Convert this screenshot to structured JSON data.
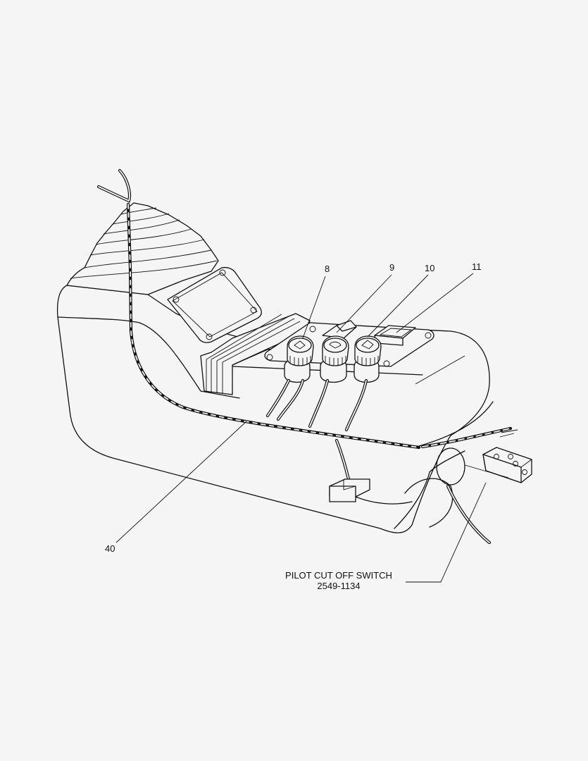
{
  "callouts": {
    "c8": "8",
    "c9": "9",
    "c10": "10",
    "c11": "11",
    "c40": "40"
  },
  "switch_caption": {
    "name": "PILOT CUT OFF SWITCH",
    "part_number": "2549-1134"
  }
}
